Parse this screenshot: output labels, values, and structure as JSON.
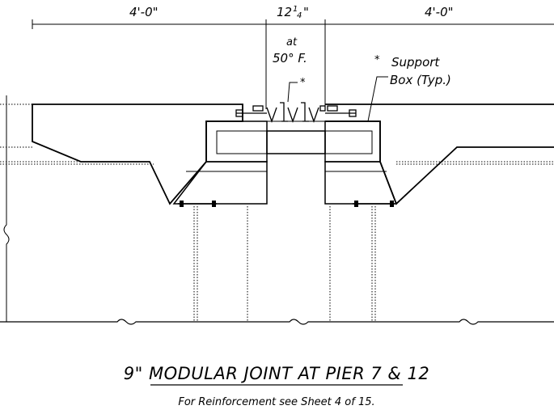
{
  "dimensions": {
    "left": "4'-0\"",
    "center_main": "12",
    "center_frac": "1",
    "center_frac_den": "4",
    "center_quote": "\"",
    "at": "at",
    "temperature": "50° F.",
    "right": "4'-0\""
  },
  "callouts": {
    "asterisk_small": "*",
    "support_line1": "Support",
    "support_line2": "Box (Typ.)",
    "support_star": "*"
  },
  "title": "9\" MODULAR JOINT AT PIER 7 & 12",
  "subtitle": "For Reinforcement see Sheet 4 of 15."
}
